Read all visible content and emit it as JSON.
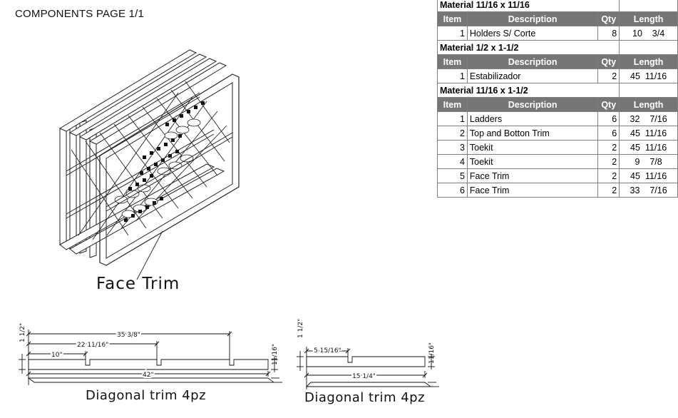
{
  "page_title": "COMPONENTS PAGE 1/1",
  "table": {
    "headers": {
      "item": "Item",
      "description": "Description",
      "qty": "Qty",
      "length": "Length"
    },
    "groups": [
      {
        "material": "Material 11/16 x 11/16",
        "rows": [
          {
            "item": "1",
            "description": "Holders S/ Corte",
            "qty": "8",
            "length": "10    3/4"
          }
        ]
      },
      {
        "material": "Material 1/2 x 1-1/2",
        "rows": [
          {
            "item": "1",
            "description": "Estabilizador",
            "qty": "2",
            "length": "45  11/16"
          }
        ]
      },
      {
        "material": "Material 11/16 x 1-1/2",
        "rows": [
          {
            "item": "1",
            "description": "Ladders",
            "qty": "6",
            "length": "32    7/16"
          },
          {
            "item": "2",
            "description": "Top and Botton Trim",
            "qty": "6",
            "length": "45  11/16"
          },
          {
            "item": "3",
            "description": "Toekit",
            "qty": "2",
            "length": "45  11/16"
          },
          {
            "item": "4",
            "description": "Toekit",
            "qty": "2",
            "length": "9    7/8"
          },
          {
            "item": "5",
            "description": "Face Trim",
            "qty": "2",
            "length": "45  11/16"
          },
          {
            "item": "6",
            "description": "Face Trim",
            "qty": "2",
            "length": "33    7/16"
          }
        ]
      }
    ]
  },
  "drawing": {
    "callout": "Face Trim",
    "trim_left": {
      "caption": "Diagonal trim 4pz",
      "dims": {
        "overall": "35 3/8\"",
        "mid": "22 11/16\"",
        "short": "10\"",
        "length": "42\"",
        "left_height": "1 1/2\"",
        "right_height": "11/16\""
      }
    },
    "trim_right": {
      "caption": "Diagonal trim 4pz",
      "dims": {
        "notch": "5 15/16\"",
        "length": "15 1/4\"",
        "left_height": "1 1/2\"",
        "right_height": "11/16\""
      }
    }
  }
}
